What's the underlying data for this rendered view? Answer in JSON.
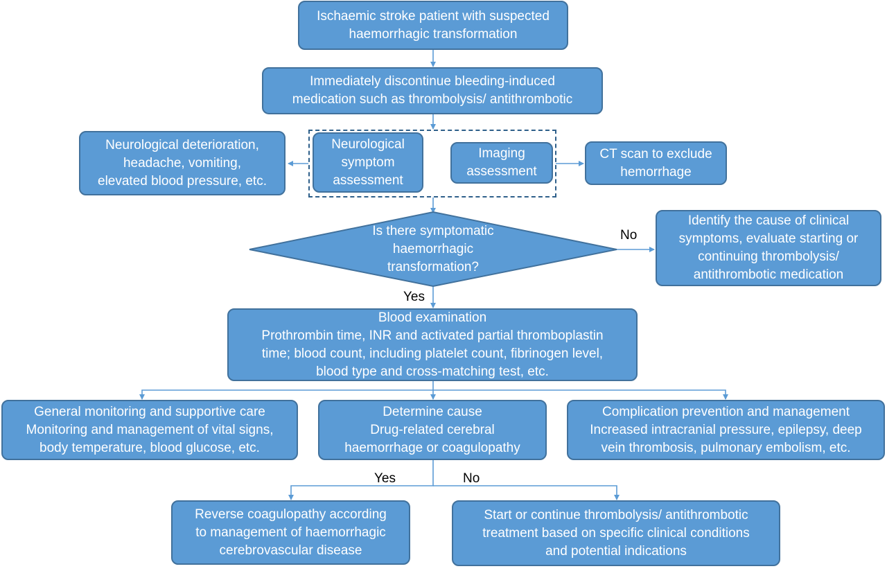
{
  "nodes": {
    "start": [
      "Ischaemic stroke patient with suspected",
      "haemorrhagic transformation"
    ],
    "discontinue": [
      "Immediately discontinue bleeding-induced",
      "medication such as thrombolysis/ antithrombotic"
    ],
    "neuro_signs": [
      "Neurological deterioration,",
      "headache, vomiting,",
      "elevated blood pressure, etc."
    ],
    "neuro_assessment": [
      "Neurological",
      "symptom",
      "assessment"
    ],
    "imaging_assessment": [
      "Imaging",
      "assessment"
    ],
    "ct_scan": [
      "CT scan to exclude",
      "hemorrhage"
    ],
    "decision": [
      "Is there symptomatic",
      "haemorrhagic",
      "transformation?"
    ],
    "identify_cause": [
      "Identify the cause of clinical",
      "symptoms, evaluate starting or",
      "continuing thrombolysis/",
      "antithrombotic medication"
    ],
    "blood_exam": [
      "Blood examination",
      "Prothrombin time, INR and activated partial thromboplastin",
      "time; blood count, including platelet count, fibrinogen level,",
      "blood type and cross-matching test, etc."
    ],
    "general_monitoring": [
      "General monitoring and supportive care",
      "Monitoring and management of vital signs,",
      "body temperature, blood glucose, etc."
    ],
    "determine_cause": [
      "Determine cause",
      "Drug-related cerebral",
      "haemorrhage or coagulopathy"
    ],
    "complication": [
      "Complication prevention and management",
      "Increased intracranial pressure, epilepsy, deep",
      "vein thrombosis, pulmonary embolism, etc."
    ],
    "reverse": [
      "Reverse coagulopathy according",
      "to management of haemorrhagic",
      "cerebrovascular disease"
    ],
    "start_continue": [
      "Start or continue thrombolysis/ antithrombotic",
      "treatment based on specific clinical conditions",
      "and potential indications"
    ]
  },
  "labels": {
    "decision_no": "No",
    "decision_yes": "Yes",
    "cause_yes": "Yes",
    "cause_no": "No"
  },
  "colors": {
    "box_fill": "#5b9bd5",
    "box_border": "#41719c",
    "arrow": "#5b9bd5",
    "dashed_border": "#2e5f8a"
  }
}
